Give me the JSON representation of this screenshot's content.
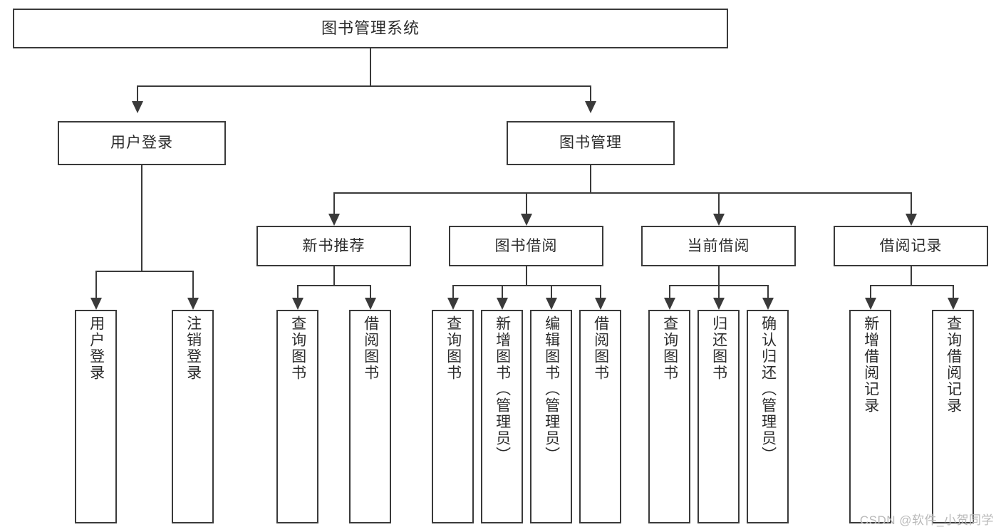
{
  "diagram": {
    "title": "图书管理系统",
    "type": "tree-hierarchy-diagram",
    "root": {
      "label": "图书管理系统"
    },
    "level2": [
      {
        "label": "用户登录"
      },
      {
        "label": "图书管理"
      }
    ],
    "level3": [
      {
        "label": "新书推荐"
      },
      {
        "label": "图书借阅"
      },
      {
        "label": "当前借阅"
      },
      {
        "label": "借阅记录"
      }
    ],
    "leaves": [
      {
        "label": "用户登录",
        "parent": "用户登录"
      },
      {
        "label": "注销登录",
        "parent": "用户登录"
      },
      {
        "label": "查询图书",
        "parent": "新书推荐"
      },
      {
        "label": "借阅图书",
        "parent": "新书推荐"
      },
      {
        "label": "查询图书",
        "parent": "图书借阅"
      },
      {
        "label": "新增图书（管理员）",
        "parent": "图书借阅"
      },
      {
        "label": "编辑图书（管理员）",
        "parent": "图书借阅"
      },
      {
        "label": "借阅图书",
        "parent": "图书借阅"
      },
      {
        "label": "查询图书",
        "parent": "当前借阅"
      },
      {
        "label": "归还图书",
        "parent": "当前借阅"
      },
      {
        "label": "确认归还（管理员）",
        "parent": "当前借阅"
      },
      {
        "label": "新增借阅记录",
        "parent": "借阅记录"
      },
      {
        "label": "查询借阅记录",
        "parent": "借阅记录"
      }
    ]
  },
  "watermark": {
    "text": "CSDN @软件_小贺同学"
  },
  "colors": {
    "stroke": "#3a3a3a",
    "text": "#2b2b2b",
    "background": "#ffffff",
    "watermark": "#b9b9b9"
  }
}
